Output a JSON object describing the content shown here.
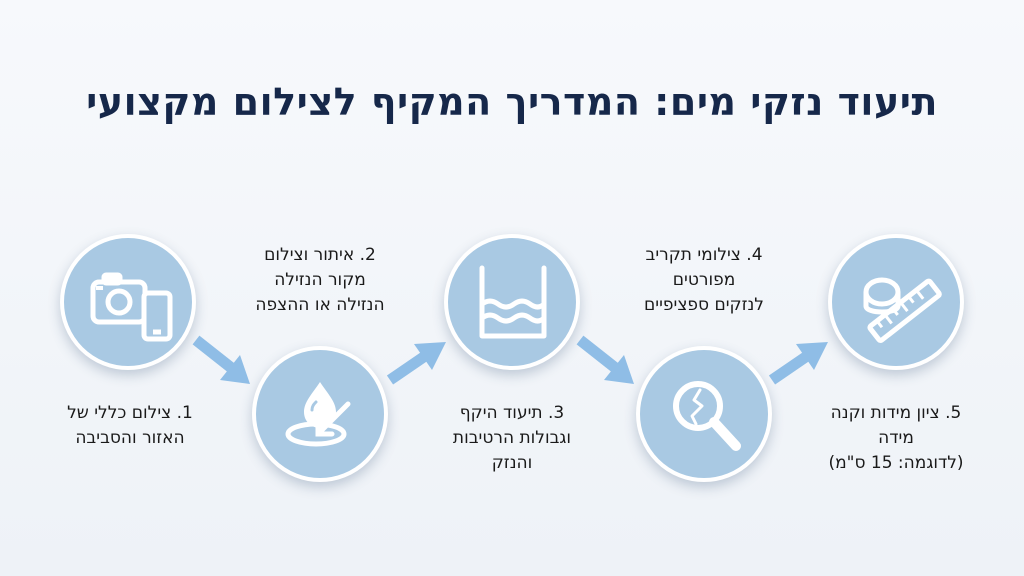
{
  "title": "תיעוד נזקי מים: המדריך המקיף לצילום מקצועי",
  "steps": [
    {
      "lines": [
        "1. צילום כללי של",
        "האזור והסביבה"
      ],
      "icon": "camera-phone-icon"
    },
    {
      "lines": [
        "2. איתור וצילום",
        "מקור הנזילה",
        "הנזילה או ההצפה"
      ],
      "icon": "water-drop-pointer-icon"
    },
    {
      "lines": [
        "3. תיעוד היקף",
        "וגבולות הרטיבות",
        "והנזק"
      ],
      "icon": "water-level-container-icon"
    },
    {
      "lines": [
        "4. צילומי תקריב",
        "מפורטים",
        "לנזקים ספציפיים"
      ],
      "icon": "magnifier-crack-icon"
    },
    {
      "lines": [
        "5. ציון מידות וקנה",
        "מידה",
        "(לדוגמה: 15 ס\"מ)"
      ],
      "icon": "measuring-tape-ruler-icon"
    }
  ],
  "colors": {
    "title": "#16284a",
    "circle": "#a9c9e3",
    "arrow": "#8fbde6",
    "icon": "#ffffff"
  }
}
